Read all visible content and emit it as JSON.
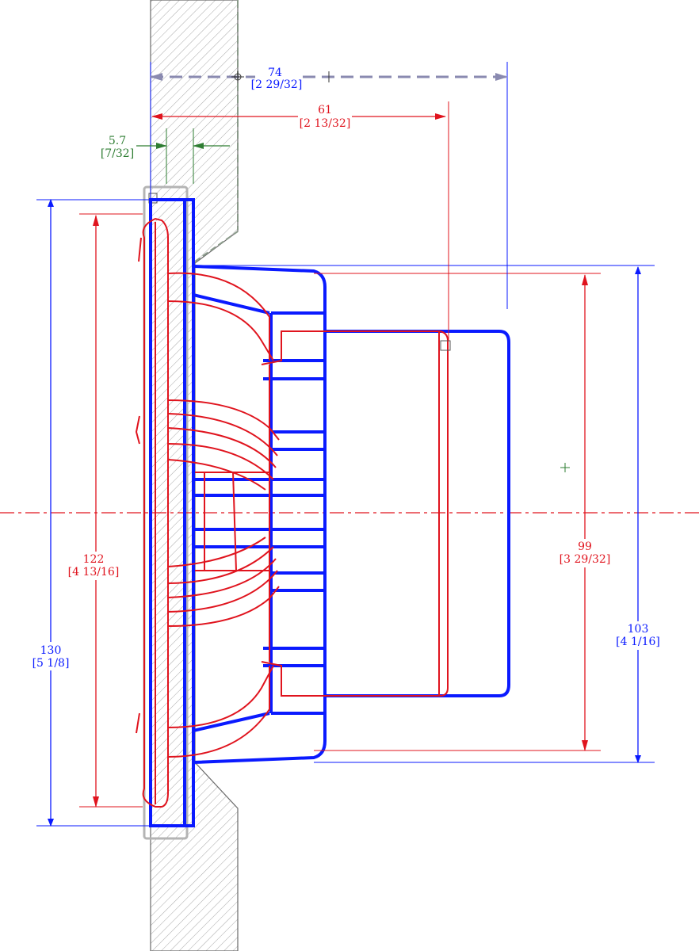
{
  "colors": {
    "blue": "#0a1aff",
    "red": "#e0141e",
    "green": "#2e7d32",
    "gray": "#b4b4b4",
    "hatch": "#9a9a9a",
    "background": "#ffffff"
  },
  "dimensions": {
    "depth_overall": {
      "value": "74",
      "imperial": "[2 29/32]"
    },
    "depth_red": {
      "value": "61",
      "imperial": "[2 13/32]"
    },
    "flange_thickness": {
      "value": "5.7",
      "imperial": "[7/32]"
    },
    "height_blue_outer": {
      "value": "130",
      "imperial": "[5 1/8]"
    },
    "height_red_outer": {
      "value": "122",
      "imperial": "[4 13/16]"
    },
    "height_red_inner": {
      "value": "99",
      "imperial": "[3 29/32]"
    },
    "height_blue_inner": {
      "value": "103",
      "imperial": "[4 1/16]"
    }
  }
}
